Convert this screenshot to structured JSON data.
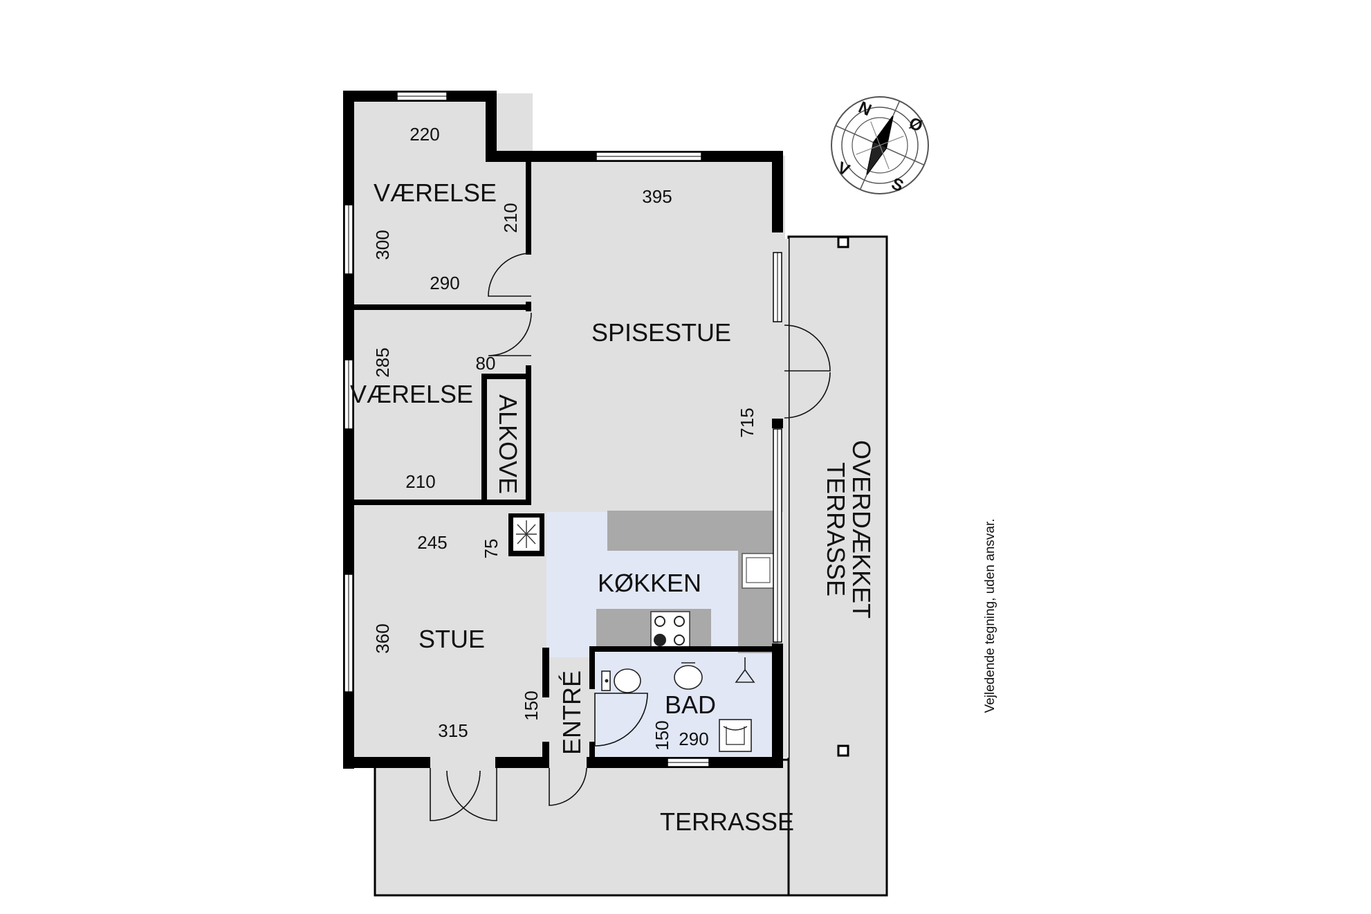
{
  "rooms": {
    "vaerelse_top": "VÆRELSE",
    "vaerelse_mid": "VÆRELSE",
    "spisestue": "SPISESTUE",
    "alkove": "ALKOVE",
    "koekken": "KØKKEN",
    "stue": "STUE",
    "entre": "ENTRÉ",
    "bad": "BAD",
    "terrasse": "TERRASSE",
    "overdaekket_line1": "OVERDÆKKET",
    "overdaekket_line2": "TERRASSE"
  },
  "dimensions": {
    "vaerelse_top_width_top": "220",
    "vaerelse_top_depth": "210",
    "vaerelse_top_left": "300",
    "vaerelse_top_width_bottom": "290",
    "spisestue_width": "395",
    "spisestue_depth": "715",
    "vaerelse_mid_left": "285",
    "vaerelse_mid_alcove": "80",
    "vaerelse_mid_width": "210",
    "stue_width_top": "245",
    "stue_small": "75",
    "stue_left": "360",
    "stue_width_bottom": "315",
    "entre_depth": "150",
    "bad_depth": "150",
    "bad_width": "290"
  },
  "compass": {
    "north": "N",
    "east": "Ø",
    "south": "S",
    "west": "V"
  },
  "disclaimer": "Vejledende tegning, uden ansvar.",
  "colors": {
    "floor": "#e0e0e0",
    "kitchen_floor": "#e1e7f5",
    "wall": "#000000",
    "counter": "#a9a9a9"
  }
}
